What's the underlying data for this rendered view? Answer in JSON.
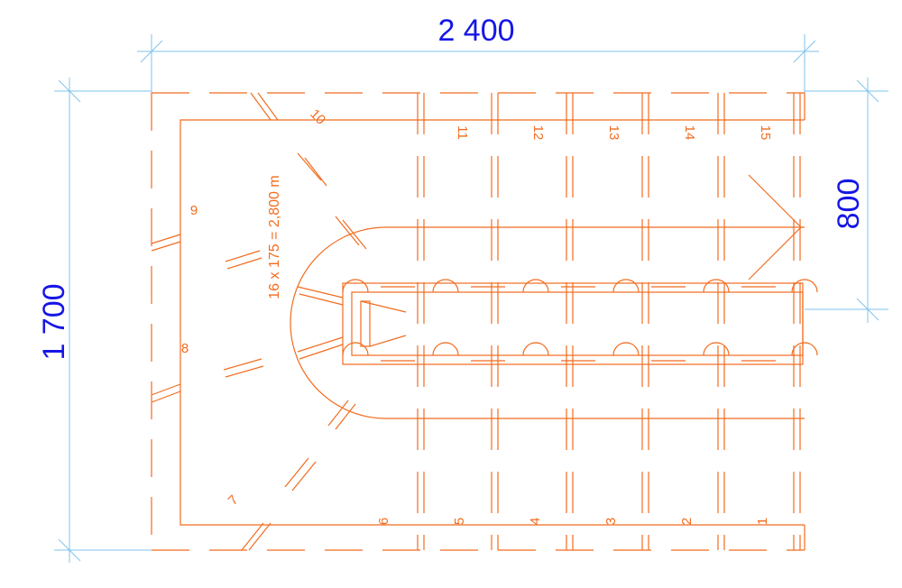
{
  "colors": {
    "drawing": "#f26c1f",
    "dimension_line": "#7fc3ee",
    "dimension_text": "#1616e6",
    "background": "#ffffff"
  },
  "dimensions": {
    "width_label": "2 400",
    "height_label": "1 700",
    "landing_label": "800"
  },
  "formula": "16 x 175 = 2,800 m",
  "step_numbers": [
    "1",
    "2",
    "3",
    "4",
    "5",
    "6",
    "7",
    "8",
    "9",
    "10",
    "11",
    "12",
    "13",
    "14",
    "15"
  ]
}
